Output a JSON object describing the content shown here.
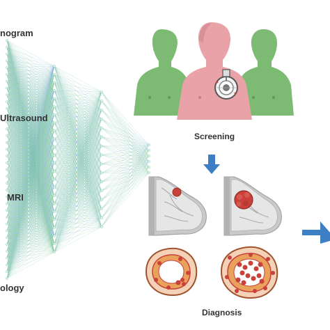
{
  "inputs": [
    {
      "label": "nogram"
    },
    {
      "label": "Ultrasound"
    },
    {
      "label": "MRI"
    },
    {
      "label": "ology"
    }
  ],
  "stages": {
    "screening": {
      "label": "Screening"
    },
    "diagnosis": {
      "label": "Diagnosis"
    }
  },
  "colors": {
    "network_edge_green": "#7fc99a",
    "network_edge_blue": "#7fb4d8",
    "node": "#dff3ec",
    "figure_green": "#7dbb74",
    "figure_pink": "#e9a3a8",
    "arrow_blue": "#3d7fc2",
    "tissue_gray": "#c9c9c9",
    "tumor_red": "#c9413a",
    "duct_orange": "#e8a25b"
  },
  "icons": [
    "neural-network",
    "person-icon",
    "mammography-device-icon",
    "breast-cross-section-icon",
    "tumor-icon",
    "duct-cross-section-icon",
    "arrow-icon"
  ]
}
